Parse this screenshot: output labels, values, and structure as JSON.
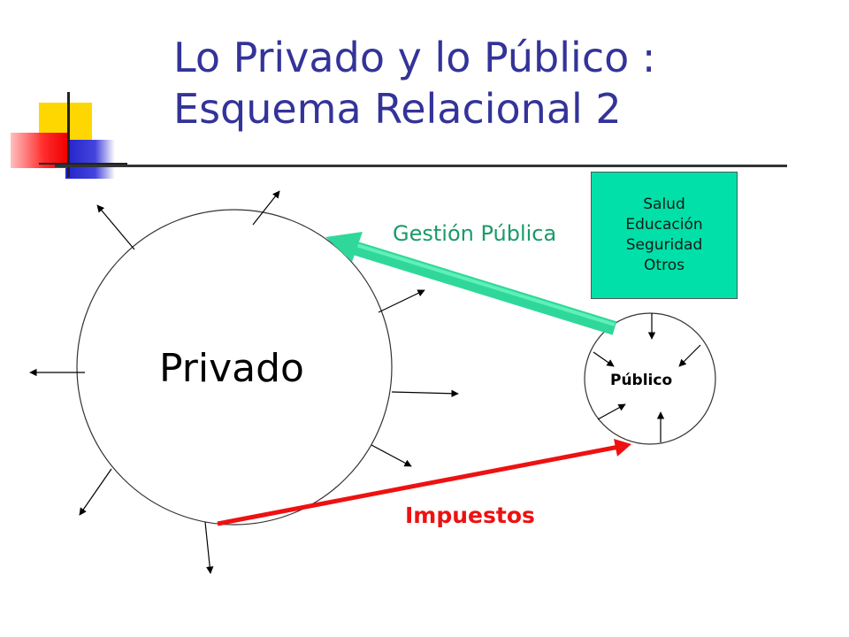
{
  "slide": {
    "title_line1": "Lo Privado y lo Público :",
    "title_line2": "Esquema Relacional 2"
  },
  "diagram": {
    "private_label": "Privado",
    "public_label": "Público",
    "public_management_label": "Gestión Pública",
    "taxes_label": "Impuestos",
    "services": [
      "Salud",
      "Educación",
      "Seguridad",
      "Otros"
    ]
  },
  "colors": {
    "title": "#333399",
    "public_management_arrow": "#33e0a0",
    "public_management_text": "#1a9a6a",
    "services_box": "#00e0a8",
    "taxes": "#ee1111"
  }
}
